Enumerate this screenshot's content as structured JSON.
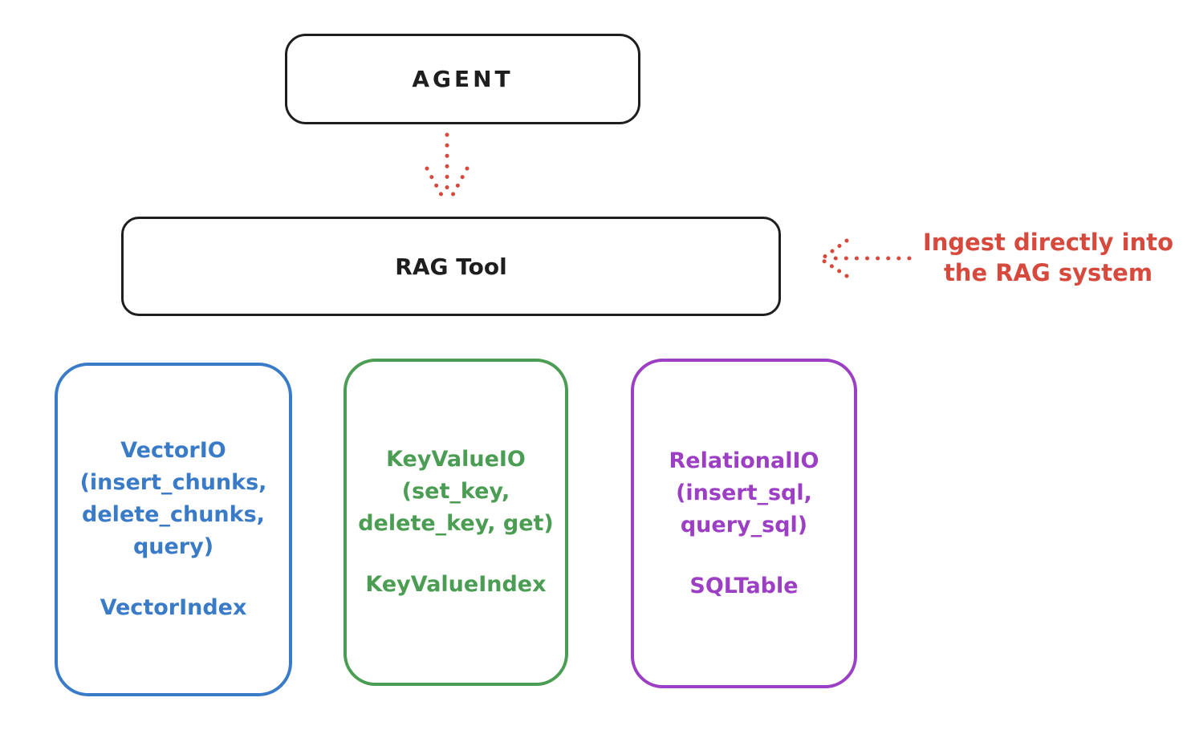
{
  "colors": {
    "ink": "#1e1e1e",
    "red": "#d7493d",
    "blue": "#3a7bc8",
    "green": "#4a9d52",
    "purple": "#9c3fc4",
    "background": "#ffffff"
  },
  "agent": {
    "label": "AGENT"
  },
  "rag_tool": {
    "label": "RAG Tool"
  },
  "annotation": {
    "line1": "Ingest directly into",
    "line2": "the RAG system"
  },
  "backends": [
    {
      "name": "vector-io",
      "color": "#3a7bc8",
      "lines": [
        "VectorIO",
        "(insert_chunks,",
        "delete_chunks,",
        "query)"
      ],
      "index_label": "VectorIndex"
    },
    {
      "name": "keyvalue-io",
      "color": "#4a9d52",
      "lines": [
        "KeyValueIO",
        "(set_key,",
        "delete_key, get)"
      ],
      "index_label": "KeyValueIndex"
    },
    {
      "name": "relational-io",
      "color": "#9c3fc4",
      "lines": [
        "RelationalIO",
        "(insert_sql,",
        "query_sql)"
      ],
      "index_label": "SQLTable"
    }
  ]
}
